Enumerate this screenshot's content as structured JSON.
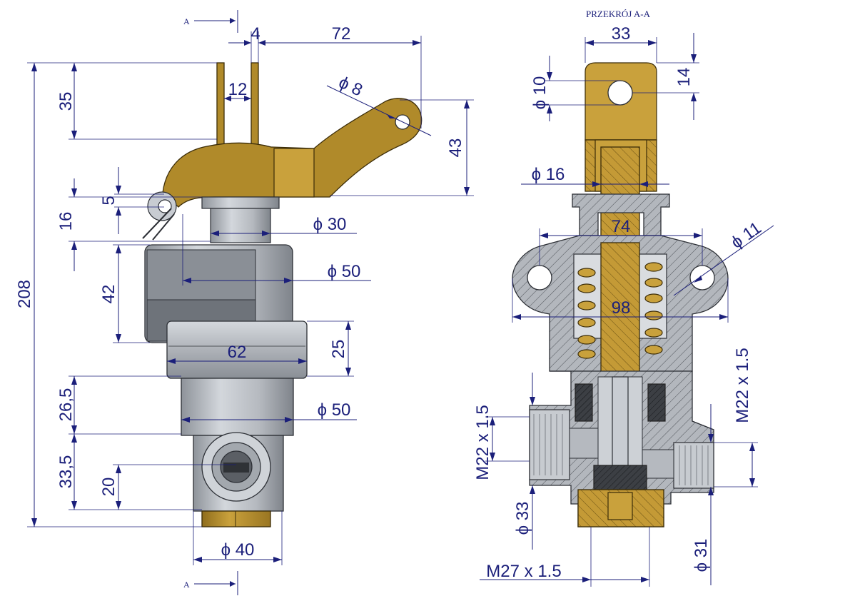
{
  "section_title": "PRZEKRÓJ A-A",
  "section_marker": "A",
  "left_view": {
    "dim_4": "4",
    "dim_72": "72",
    "dim_12": "12",
    "dim_35": "35",
    "dim_phi8": "ϕ 8",
    "dim_43": "43",
    "dim_208": "208",
    "dim_5": "5",
    "dim_16": "16",
    "dim_phi30": "ϕ 30",
    "dim_phi50_top": "ϕ 50",
    "dim_42": "42",
    "dim_62": "62",
    "dim_25": "25",
    "dim_26_5": "26,5",
    "dim_phi50_bottom": "ϕ 50",
    "dim_33_5": "33,5",
    "dim_20": "20",
    "dim_phi40": "ϕ 40"
  },
  "right_view": {
    "dim_33": "33",
    "dim_14": "14",
    "dim_phi10": "ϕ 10",
    "dim_phi16": "ϕ 16",
    "dim_74": "74",
    "dim_phi11": "ϕ 11",
    "dim_98": "98",
    "dim_m22_right": "M22 x 1.5",
    "dim_m22_left": "M22 x 1.5",
    "dim_phi33": "ϕ 33",
    "dim_phi31": "ϕ 31",
    "dim_m27": "M27 x 1.5"
  }
}
